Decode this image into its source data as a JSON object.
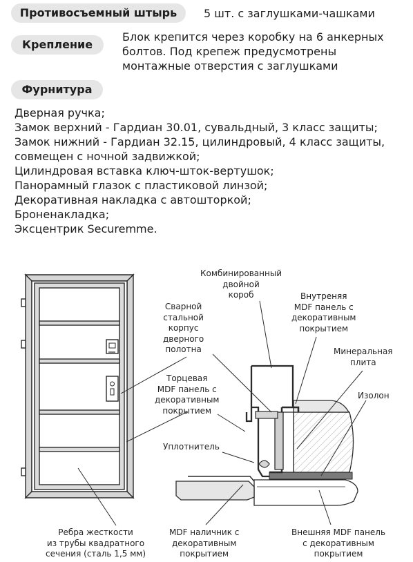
{
  "specs": {
    "anti_removal": {
      "label": "Противосъемный штырь",
      "value": "5 шт. с заглушками-чашками"
    },
    "mounting": {
      "label": "Крепление",
      "value_lines": [
        "Блок крепится через коробку на 6 анкерных",
        "болтов. Под крепеж предусмотрены",
        "монтажные отверстия с заглушками"
      ]
    },
    "fittings": {
      "label": "Фурнитура",
      "items": [
        "Дверная ручка;",
        "Замок верхний - Гардиан 30.01, сувальдный, 3 класс защиты;",
        "Замок нижний - Гардиан 32.15, цилиндровый, 4 класс защиты,",
        "совмещен с ночной задвижкой;",
        "Цилиндровая вставка ключ-шток-вертушок;",
        "Панорамный глазок с пластиковой линзой;",
        "Декоративная накладка с автошторкой;",
        "Броненакладка;",
        "Эксцентрик Securemme."
      ]
    }
  },
  "diagram": {
    "callouts": {
      "combined_frame": [
        "Комбинированный",
        "двойной",
        "короб"
      ],
      "welded_body": [
        "Сварной",
        "стальной",
        "корпус",
        "дверного",
        "полотна"
      ],
      "end_panel": [
        "Торцевая",
        "MDF панель с",
        "декоративным",
        "покрытием"
      ],
      "inner_panel": [
        "Внутреняя",
        "MDF панель с",
        "декоративным",
        "покрытием"
      ],
      "mineral_board": [
        "Минеральная",
        "плита"
      ],
      "izolon": [
        "Изолон"
      ],
      "seal": [
        "Уплотнитель"
      ],
      "stiffeners": [
        "Ребра жесткости",
        "из трубы квадратного",
        "сечения (сталь 1,5 мм)"
      ],
      "mdf_trim": [
        "MDF наличник с",
        "декоративным",
        "покрытием"
      ],
      "outer_panel": [
        "Внешняя MDF панель",
        "с декоративным",
        "покрытием"
      ]
    },
    "colors": {
      "pill_background": "#e6e6e6",
      "frame_fill": "#d6d6d6",
      "line": "#2a2a2a"
    }
  }
}
